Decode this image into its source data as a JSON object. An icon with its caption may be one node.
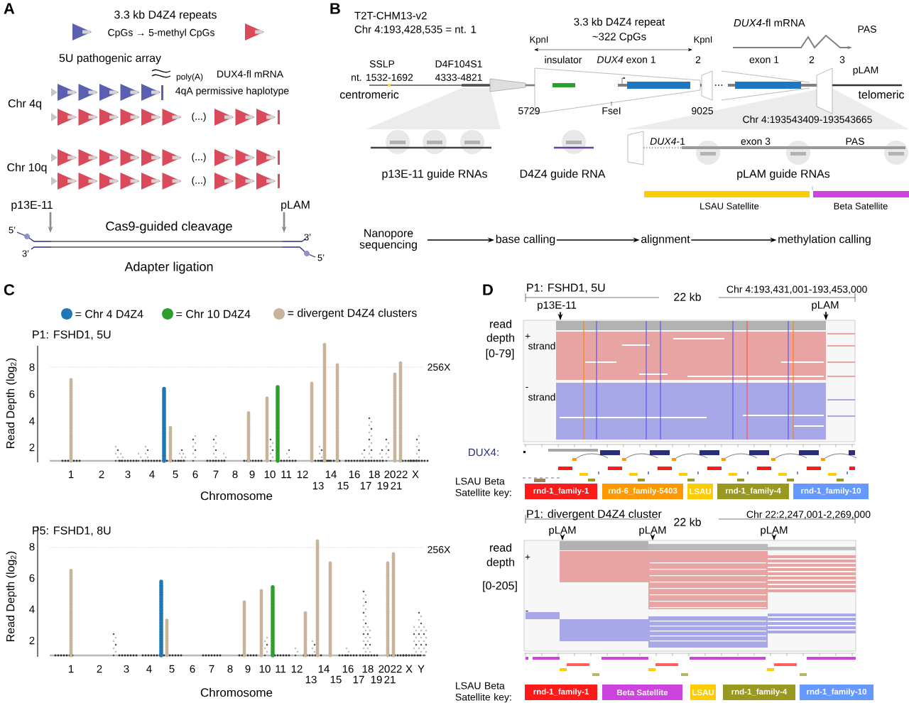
{
  "diagram": {
    "nodes": [
      {
        "text": [
          "p13E-11"
        ]
      },
      {
        "text": [
          "pLAM"
        ]
      },
      {
        "text": [
          "Nanopore sequencing"
        ]
      },
      {
        "text": [
          "base calling"
        ]
      },
      {
        "text": [
          "alignment"
        ]
      },
      {
        "text": [
          "methylation calling"
        ]
      },
      {
        "text": [
          "p13E-11"
        ]
      },
      {
        "text": [
          "pLAM"
        ]
      },
      {
        "text": [
          "pLAM"
        ]
      },
      {
        "text": [
          "pLAM"
        ]
      },
      {
        "text": [
          "pLAM"
        ]
      },
      {
        "text": [],
        "shape": "picture"
      },
      {
        "text": [],
        "shape": "picture"
      },
      {
        "text": [],
        "shape": "picture"
      }
    ],
    "edges": [
      {
        "from": 0,
        "to": 11,
        "arrow": "to",
        "color": "#8c8c8c"
      },
      {
        "from": 1,
        "to": 11,
        "arrow": "to",
        "color": "#8c8c8c"
      },
      {
        "from": 2,
        "to": 3,
        "arrow": "to"
      },
      {
        "from": 3,
        "to": 4,
        "arrow": "to"
      },
      {
        "from": 4,
        "to": 5,
        "arrow": "to"
      },
      {
        "from": 6,
        "to": 12,
        "arrow": "to"
      },
      {
        "from": 7,
        "to": 12,
        "arrow": "to"
      },
      {
        "from": 8,
        "to": 13,
        "arrow": "to"
      },
      {
        "from": 9,
        "to": 13,
        "arrow": "to"
      },
      {
        "from": 10,
        "to": 13,
        "arrow": "to"
      }
    ],
    "labels": [
      "A",
      "3.3 kb D4Z4 repeats",
      "CpGs → 5-methyl CpGs",
      "5U pathogenic array",
      "poly(A)",
      "DUX4-fl mRNA",
      "4qA permissive haplotype",
      "Chr 4q",
      "(...)",
      "Chr 10q",
      "(...)",
      "(...)",
      "Cas9-guided cleavage",
      "5’",
      "3’",
      "3’",
      "5’",
      "Adapter ligation",
      "B",
      "T2T-CHM13-v2",
      "3.3 kb D4Z4 repeat",
      "*DUX4*-fl mRNA",
      "PAS",
      "Chr 4:193,428,535 = nt. 1",
      "KpnI",
      "~322 CpGs",
      "KpnI",
      "SSLP",
      "nt. 1532-1692",
      "D4F104S1",
      "4333-4821",
      "insulator",
      "*DUX4* exon 1",
      "2",
      "exon 1",
      "2",
      "3",
      "pLAM",
      "centromeric",
      "telomeric",
      "5729",
      "FseI",
      "9025",
      "Chr 4:193543409-193543665",
      "*DUX4*-1",
      "exon 3",
      "PAS",
      "p13E-11 guide RNAs",
      "D4Z4 guide RNA",
      "pLAM guide RNAs",
      "LSAU Satellite",
      "Beta Satellite",
      "C",
      "P1: FSHD1, 5U",
      "Read Depth (log$_{2}$)",
      "8",
      "6",
      "4",
      "2",
      "256X",
      "1",
      "2",
      "3",
      "4",
      "5",
      "6",
      "7",
      "8",
      "9",
      "10",
      "11",
      "12",
      "14",
      "16",
      "18",
      "20",
      "22",
      "X",
      "13",
      "15",
      "17",
      "19",
      "21",
      "Chromosome",
      "P5: FSHD1, 8U",
      "Read Depth (log$_{2}$)",
      "8",
      "6",
      "4",
      "2",
      "256X",
      "1",
      "2",
      "3",
      "4",
      "5",
      "6",
      "7",
      "8",
      "9",
      "10",
      "11",
      "12",
      "14",
      "16",
      "18",
      "20",
      "22",
      "X",
      "Y",
      "13",
      "15",
      "17",
      "19",
      "21",
      "Chromosome",
      "D",
      "P1: FSHD1, 5U",
      "22 kb",
      "Chr 4:193,431,001-193,453,000",
      "read",
      "depth",
      "[0-79]",
      "+",
      "strand",
      "-",
      "strand",
      "DUX4:",
      "LSAU Beta Satellite key:",
      "P1: divergent D4Z4 cluster",
      "22 kb",
      "Chr 22:2,247,001-2,269,000",
      "read",
      "depth",
      "[0-205]",
      "+",
      "-",
      "LSAU Beta Satellite key:"
    ],
    "legend": [
      {
        "text": "= Chr 4 D4Z4",
        "color": "#1f77b4"
      },
      {
        "text": "= Chr 10 D4Z4",
        "color": "#2ca02c"
      },
      {
        "text": "= divergent D4Z4 clusters",
        "color": "#c8b49b"
      },
      {
        "text": "rnd-1_family-1",
        "color": "#ff1a1a"
      },
      {
        "text": "rnd-6_family-5403",
        "color": "#ff9900"
      },
      {
        "text": "LSAU",
        "color": "#ffcc00"
      },
      {
        "text": "rnd-1_family-4",
        "color": "#999922"
      },
      {
        "text": "rnd-1_family-10",
        "color": "#6699ff"
      },
      {
        "text": "rnd-1_family-1",
        "color": "#ff1a1a"
      },
      {
        "text": "Beta Satellite",
        "color": "#cc44dd"
      },
      {
        "text": "LSAU",
        "color": "#ffcc00"
      },
      {
        "text": "rnd-1_family-4",
        "color": "#999922"
      },
      {
        "text": "rnd-1_family-10",
        "color": "#6699ff"
      }
    ]
  }
}
